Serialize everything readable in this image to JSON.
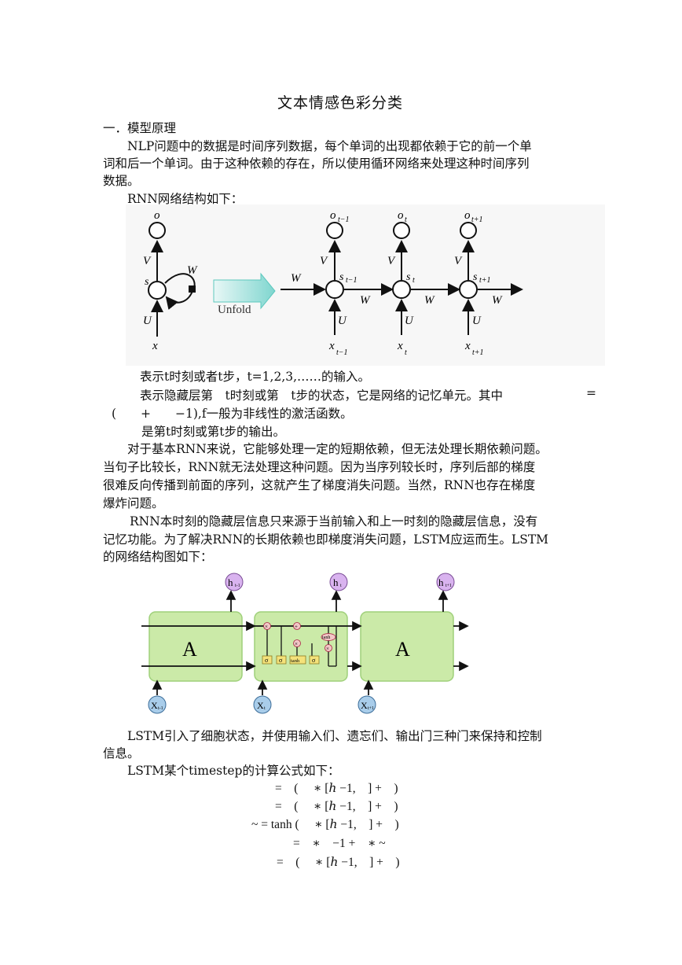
{
  "title": "文本情感色彩分类",
  "section1": "一．模型原理",
  "para1": {
    "line1": "NLP问题中的数据是时间序列数据，每个单词的出现都依赖于它的前一个单",
    "line2": "词和后一个单词。由于这种依赖的存在，所以使用循环网络来处理这种时间序列",
    "line3": "数据。"
  },
  "rnn_intro": "RNN网络结构如下：",
  "rnn_diagram": {
    "o": "o",
    "V": "V",
    "W": "W",
    "s": "s",
    "U": "U",
    "x": "x",
    "unfold": "Unfold",
    "o_tm1": "o",
    "o_tm1_sub": "t−1",
    "o_t": "o",
    "o_t_sub": "t",
    "o_tp1": "o",
    "o_tp1_sub": "t+1",
    "s_tm1": "s",
    "s_tm1_sub": "t−1",
    "s_t": "s",
    "s_t_sub": "t",
    "s_tp1": "s",
    "s_tp1_sub": "t+1",
    "x_tm1": "x",
    "x_tm1_sub": "t−1",
    "x_t": "x",
    "x_t_sub": "t",
    "x_tp1": "x",
    "x_tp1_sub": "t+1"
  },
  "desc1": "表示t时刻或者t步，t=1,2,3,……的输入。",
  "desc2a": "表示隐藏层第　t时刻或第　t步的状态，它是网络的记忆单元。其中",
  "desc2b": "=",
  "desc2c": "(　　+　　−1),f一般为非线性的激活函数。",
  "desc3": "是第t时刻或第t步的输出。",
  "para2": {
    "line1": "对于基本RNN来说，它能够处理一定的短期依赖，但无法处理长期依赖问题。",
    "line2": "当句子比较长，RNN就无法处理这种问题。因为当序列较长时，序列后部的梯度",
    "line3": "很难反向传播到前面的序列，这就产生了梯度消失问题。当然，RNN也存在梯度",
    "line4": "爆炸问题。"
  },
  "para3": {
    "line1": "RNN本时刻的隐藏层信息只来源于当前输入和上一时刻的隐藏层信息，没有",
    "line2": "记忆功能。为了解决RNN的长期依赖也即梯度消失问题，LSTM应运而生。LSTM",
    "line3": "的网络结构图如下："
  },
  "lstm_diagram": {
    "block_label": "A",
    "h_prev": "h",
    "h_prev_sub": "t-1",
    "h_cur": "h",
    "h_cur_sub": "t",
    "h_next": "h",
    "h_next_sub": "t+1",
    "x_prev": "X",
    "x_prev_sub": "t-1",
    "x_cur": "X",
    "x_cur_sub": "t",
    "x_next": "X",
    "x_next_sub": "t+1",
    "gate_sigma": "σ",
    "gate_tanh": "tanh",
    "op_times": "×",
    "op_plus": "+"
  },
  "para4": {
    "line1": "LSTM引入了细胞状态，并使用输入们、遗忘们、输出门三种门来保持和控制",
    "line2": "信息。"
  },
  "formula_intro": "LSTM某个timestep的计算公式如下：",
  "formulas": {
    "f1": "=　(　 ∗ [ℎ −1,　] +　)",
    "f2": "=　(　 ∗ [ℎ −1,　] +　)",
    "f3": "~ = tanh (　 ∗ [ℎ −1,　] +　)",
    "f4": "=　∗　−1 +　∗ ~",
    "f5": "=　(　 ∗ [ℎ −1,　] +　)"
  },
  "colors": {
    "block_green": "#cbeaa8",
    "block_border": "#9fd07a",
    "h_node": "#d9b3ef",
    "x_node": "#a9cdea",
    "gate_yellow": "#f4e27a",
    "op_pink": "#f2c6c6",
    "unfold_arrow": "#7fd6cf"
  }
}
